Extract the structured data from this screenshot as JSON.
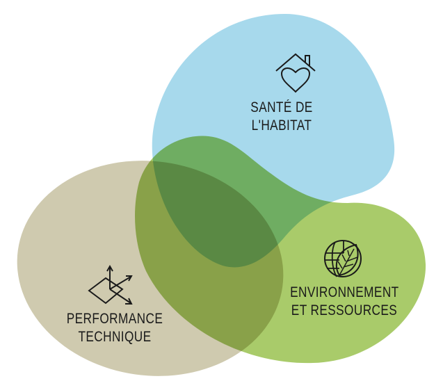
{
  "diagram": {
    "type": "venn",
    "circles": [
      {
        "id": "sante",
        "label_line1": "SANTÉ DE",
        "label_line2": "L'HABITAT",
        "icon": "house-heart-icon",
        "color": "#a7d9ec"
      },
      {
        "id": "environnement",
        "label_line1": "ENVIRONNEMENT",
        "label_line2": "ET RESSOURCES",
        "icon": "globe-leaf-icon",
        "color": "#a9cb6a"
      },
      {
        "id": "performance",
        "label_line1": "PERFORMANCE",
        "label_line2": "TECHNIQUE",
        "icon": "3d-axes-icon",
        "color": "#cfcaaf"
      }
    ]
  }
}
